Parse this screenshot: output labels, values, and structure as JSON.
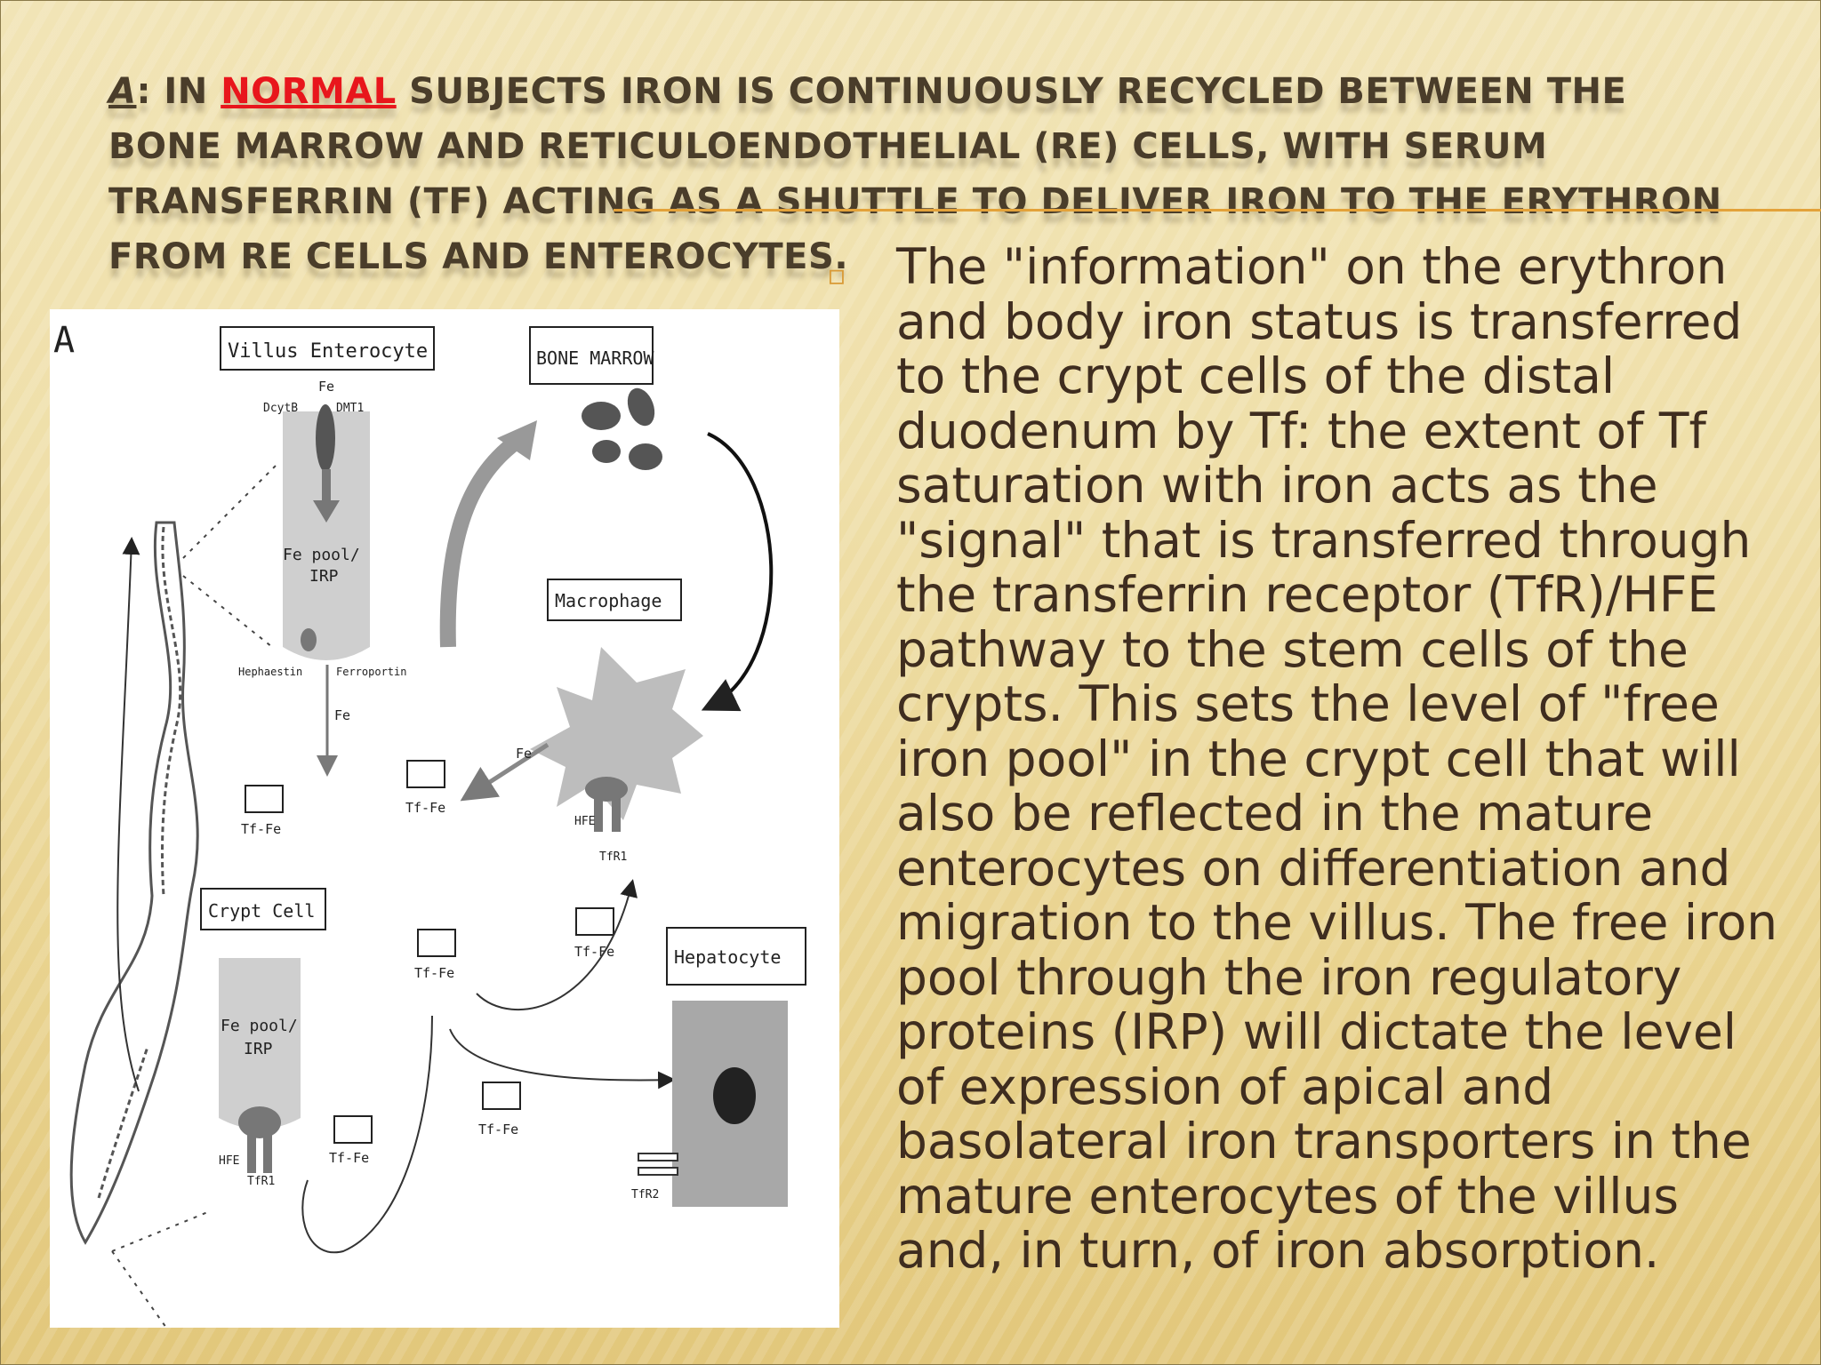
{
  "title": {
    "prefix_letter": "A",
    "prefix_rest": ": IN ",
    "highlight": "NORMAL",
    "rest": " SUBJECTS IRON IS CONTINUOUSLY RECYCLED BETWEEN THE BONE MARROW AND RETICULOENDOTHELIAL (RE) CELLS, WITH SERUM TRANSFERRIN (TF) ACTING AS A SHUTTLE TO DELIVER IRON TO THE ERYTHRON FROM RE CELLS AND ENTEROCYTES."
  },
  "bullet": {
    "icon": "square-bullet-icon",
    "text": "The \"information\" on the erythron and body iron status is transferred to the crypt cells of the distal duodenum by Tf: the extent of Tf saturation with iron acts as the \"signal\" that is transferred through the transferrin receptor (TfR)/HFE pathway to the stem cells of the crypts. This sets the level of \"free iron pool\" in the crypt cell that will also be reflected in the mature enterocytes on differentiation and migration to the villus. The free iron pool through the iron regulatory proteins (IRP) will dictate the level of expression of apical and basolateral iron transporters in the mature enterocytes of the villus and, in turn, of iron absorption."
  },
  "diagram": {
    "panel_letter": "A",
    "villus_enterocyte": "Villus Enterocyte",
    "bone_marrow": "BONE MARROW",
    "macrophage": "Macrophage",
    "crypt_cell": "Crypt Cell",
    "hepatocyte": "Hepatocyte",
    "fe": "Fe",
    "dcytb": "DcytB",
    "dmt1": "DMT1",
    "fe_pool": "Fe pool/",
    "irp": "IRP",
    "hephaestin": "Hephaestin",
    "ferroportin": "Ferroportin",
    "tf_fe": "Tf-Fe",
    "hfe": "HFE",
    "tfr1": "TfR1",
    "tfr2": "TfR2"
  },
  "colors": {
    "title": "#4a3d2a",
    "highlight": "#e8161c",
    "body": "#3f2d1f",
    "accent": "#e3a23a"
  }
}
